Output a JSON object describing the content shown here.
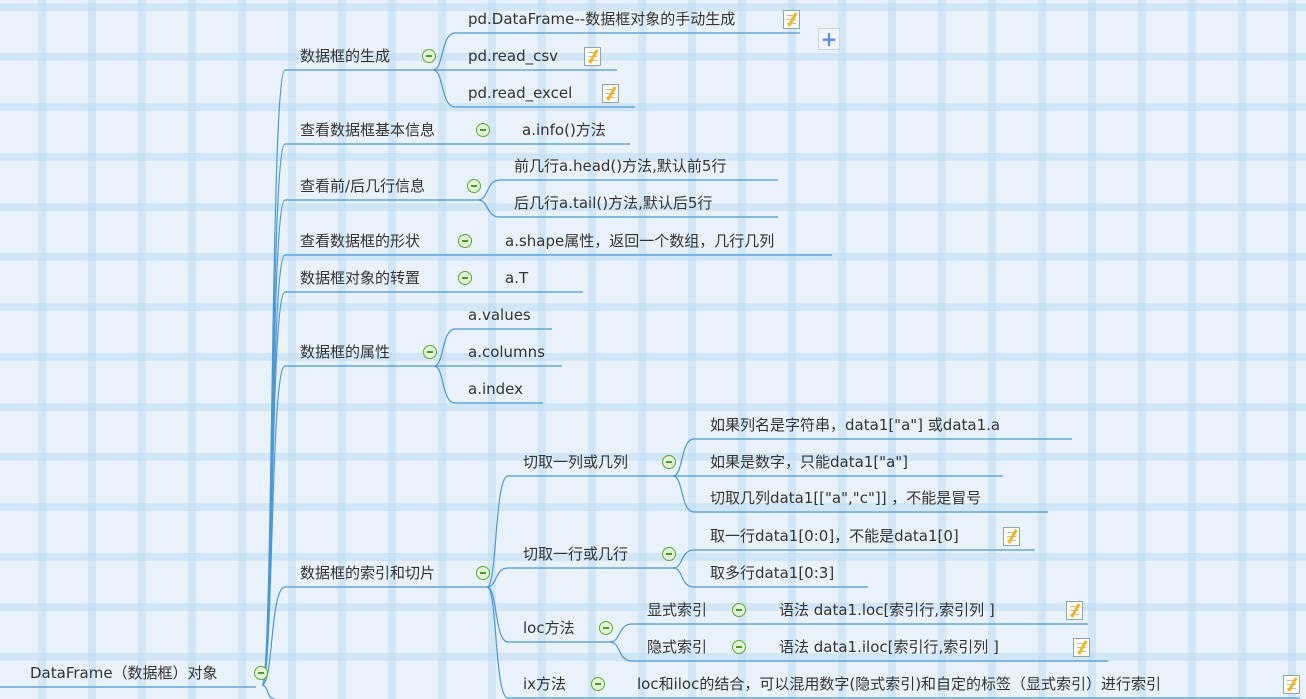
{
  "root": "DataFrame（数据框）对象",
  "nodes": {
    "gen": {
      "label": "数据框的生成",
      "children": [
        "pd.DataFrame--数据框对象的手动生成",
        "pd.read_csv",
        "pd.read_excel"
      ]
    },
    "info": {
      "label": "查看数据框基本信息",
      "children": [
        "a.info()方法"
      ]
    },
    "headtail": {
      "label": "查看前/后几行信息",
      "children": [
        "前几行a.head()方法,默认前5行",
        "后几行a.tail()方法,默认后5行"
      ]
    },
    "shape": {
      "label": "查看数据框的形状",
      "children": [
        "a.shape属性，返回一个数组，几行几列"
      ]
    },
    "transpose": {
      "label": "数据框对象的转置",
      "children": [
        "a.T"
      ]
    },
    "attrs": {
      "label": "数据框的属性",
      "children": [
        "a.values",
        "a.columns",
        "a.index"
      ]
    },
    "index": {
      "label": "数据框的索引和切片",
      "cols": {
        "label": "切取一列或几列",
        "children": [
          "如果列名是字符串，data1[\"a\"] 或data1.a",
          "如果是数字，只能data1[\"a\"]",
          "切取几列data1[[\"a\",\"c\"]] ，不能是冒号"
        ]
      },
      "rows": {
        "label": "切取一行或几行",
        "children": [
          "取一行data1[0:0]，不能是data1[0]",
          "取多行data1[0:3]"
        ]
      },
      "loc": {
        "label": "loc方法",
        "explicit": {
          "label": "显式索引",
          "child": "语法 data1.loc[索引行,索引列 ]"
        },
        "implicit": {
          "label": "隐式索引",
          "child": "语法 data1.iloc[索引行,索引列 ]"
        }
      },
      "ix": {
        "label": "ix方法",
        "child": "loc和iloc的结合，可以混用数字(隐式索引)和自定的标签（显式索引）进行索引"
      }
    }
  },
  "plus_label": "+"
}
